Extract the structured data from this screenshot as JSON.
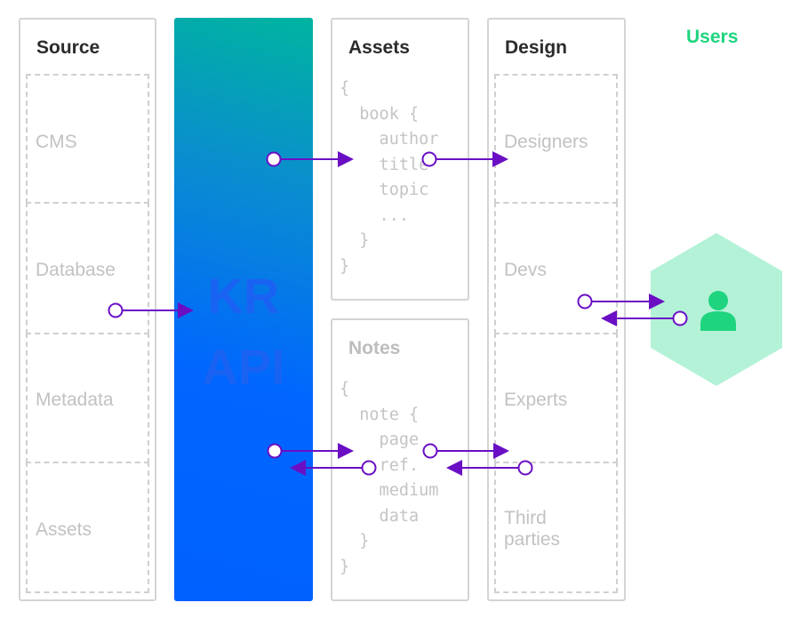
{
  "source": {
    "title": "Source",
    "items": [
      "CMS",
      "Database",
      "Metadata",
      "Assets"
    ]
  },
  "api": {
    "label_line1": "KR",
    "label_line2": "API"
  },
  "assets": {
    "title": "Assets",
    "code": "{\n  book {\n    author\n    title\n    topic\n    ...\n  }\n}"
  },
  "notes": {
    "title": "Notes",
    "code": "{\n  note {\n    page\n    ref.\n    medium\n    data\n  }\n}"
  },
  "design": {
    "title": "Design",
    "items": [
      "Designers",
      "Devs",
      "Experts",
      "Third\nparties"
    ]
  },
  "users": {
    "title": "Users",
    "icon": "user-icon"
  },
  "colors": {
    "arrow": "#6a0fc4",
    "users_accent": "#1ed47e",
    "users_hex": "#b3f2d7",
    "api_gradient_top": "#00b4a0",
    "api_gradient_bottom": "#0060ff"
  }
}
